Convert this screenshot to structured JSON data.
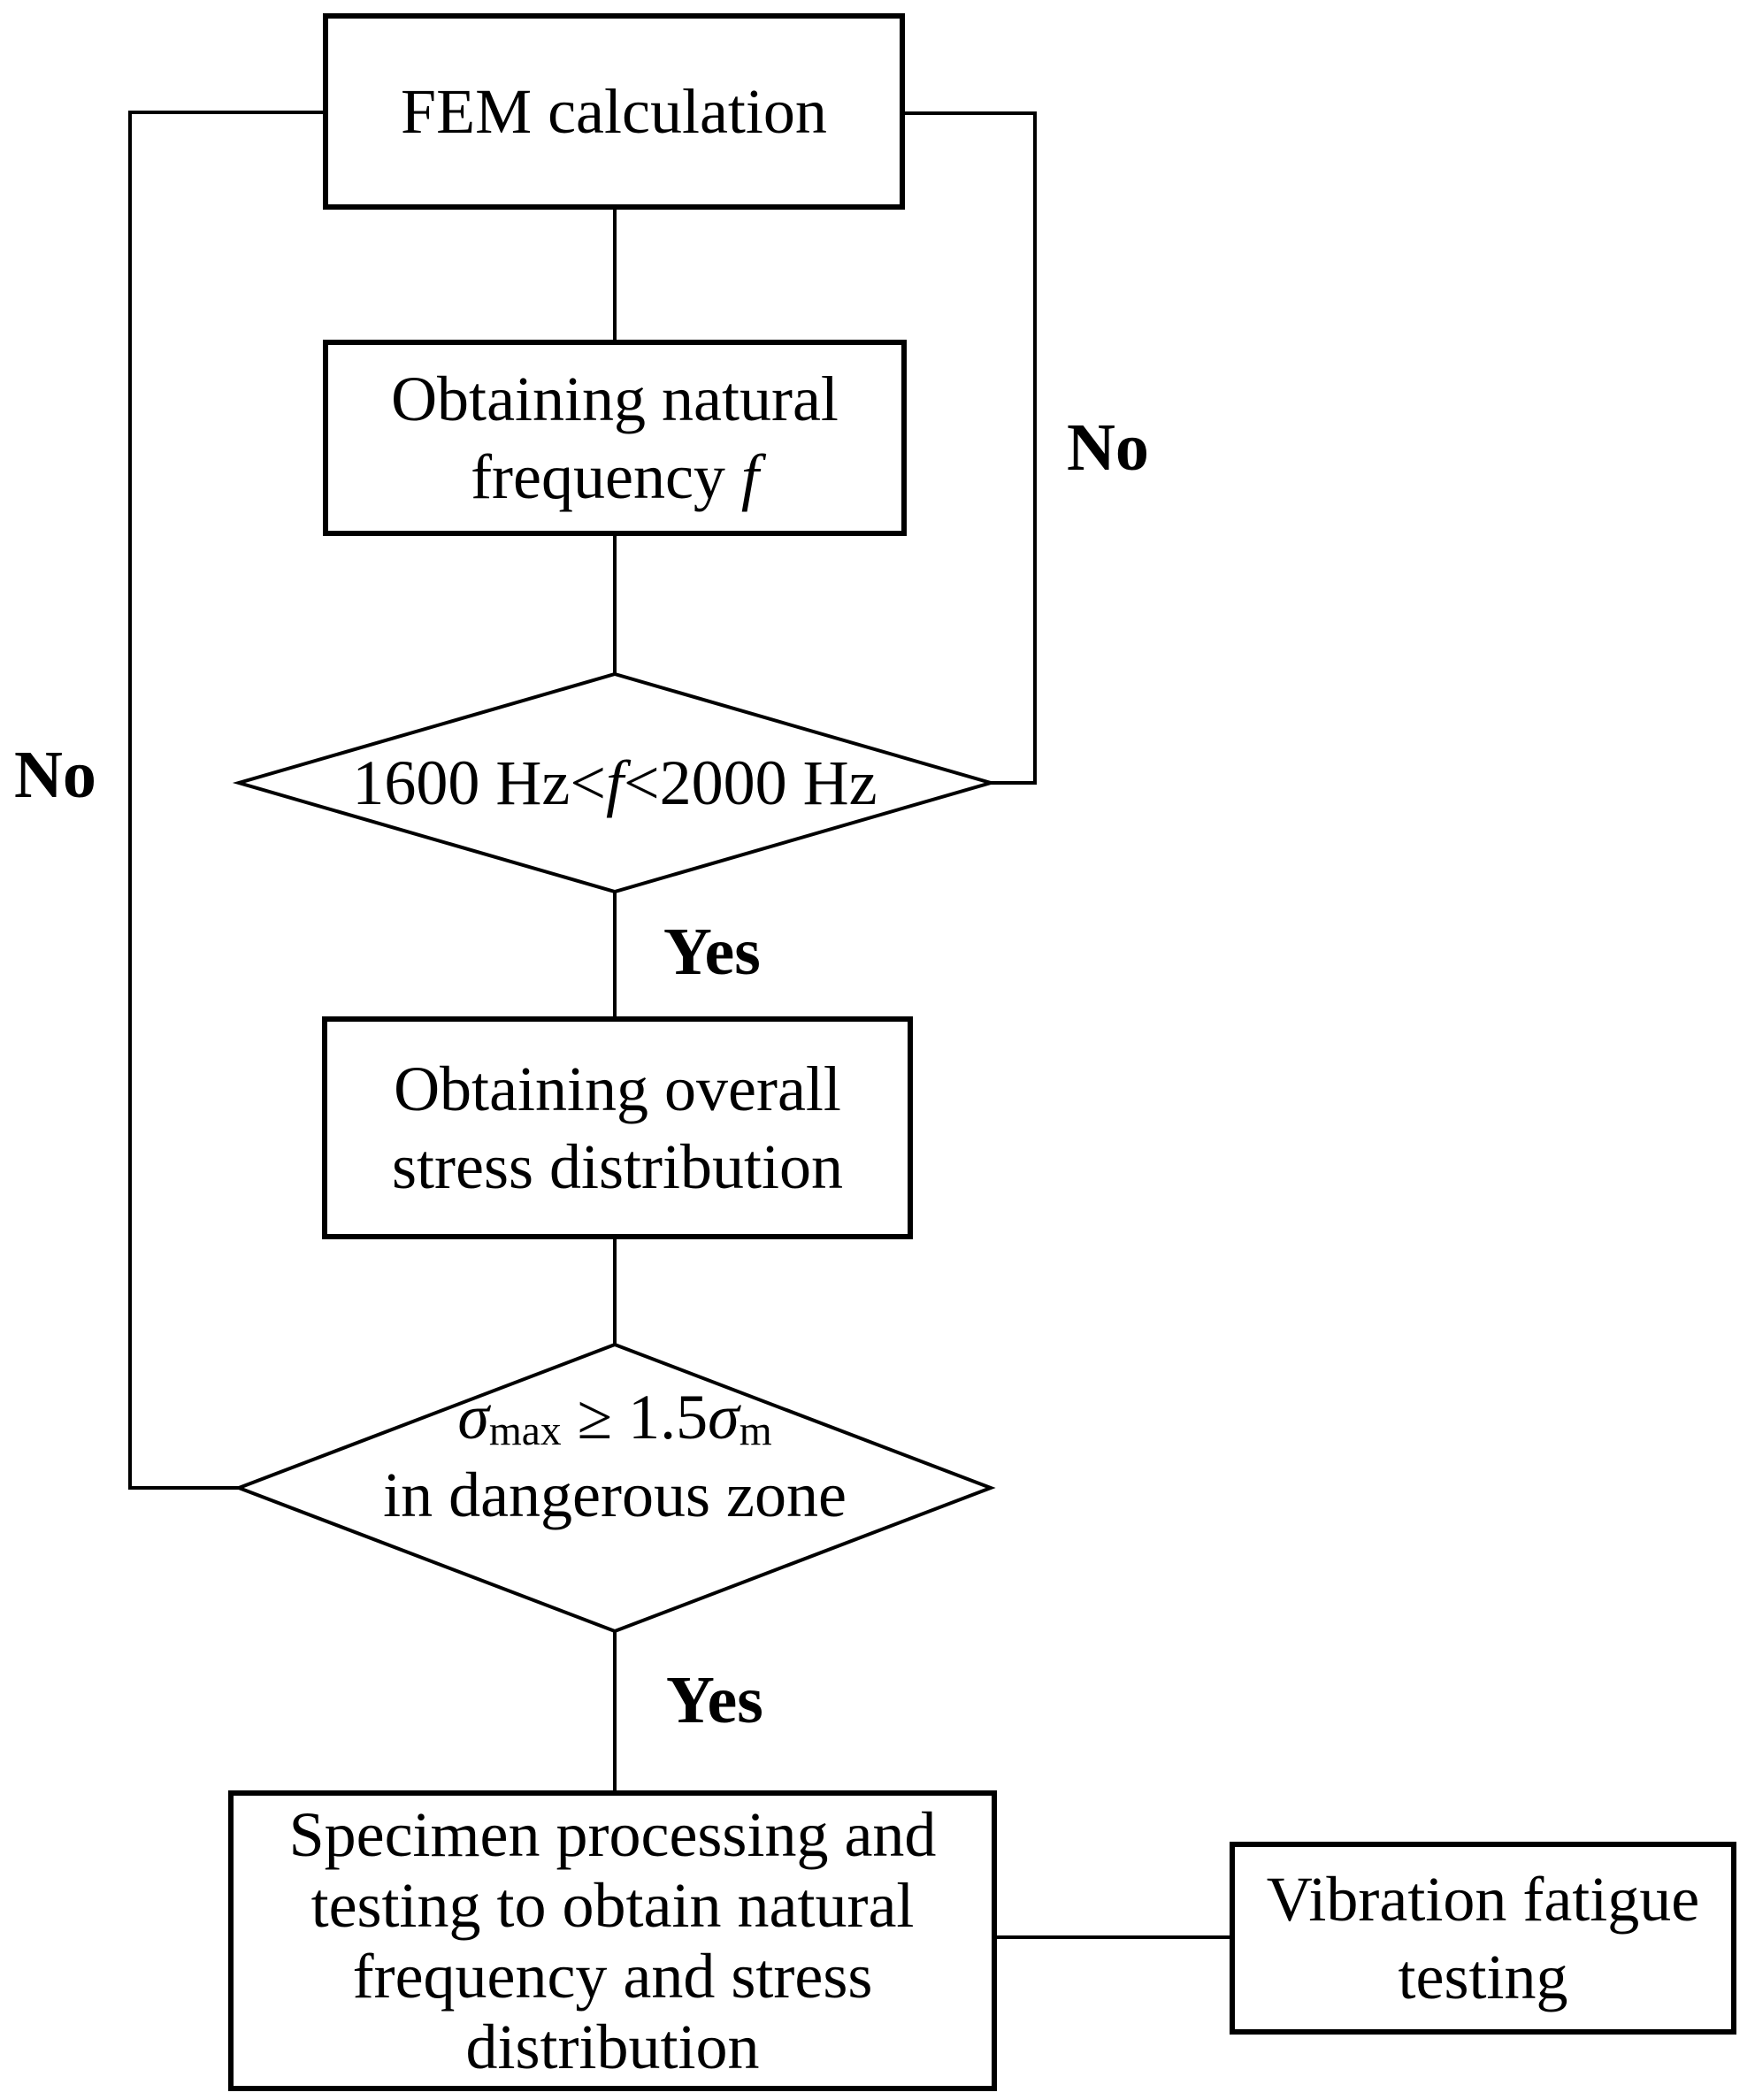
{
  "colors": {
    "ink": "#000000",
    "background": "#ffffff"
  },
  "nodes": {
    "fem": {
      "label": "FEM calculation"
    },
    "natural_frequency": {
      "line1": "Obtaining natural",
      "line2_text": "frequency ",
      "line2_var": "f"
    },
    "freq_check": {
      "prefix": "1600 Hz<",
      "var": "f",
      "suffix": "<2000 Hz"
    },
    "stress_distribution": {
      "line1": "Obtaining overall",
      "line2": "stress distribution"
    },
    "stress_check": {
      "sigma_max": "σ",
      "sub_max": "max",
      "comparison": " ≥ 1.5",
      "sigma_m": "σ",
      "sub_m": "m",
      "line2": "in dangerous zone"
    },
    "specimen": {
      "line1": "Specimen processing and",
      "line2": "testing to obtain natural",
      "line3": "frequency and stress",
      "line4": "distribution"
    },
    "vibration": {
      "line1": "Vibration fatigue",
      "line2": "testing"
    }
  },
  "edge_labels": {
    "freq_yes": "Yes",
    "freq_no": "No",
    "stress_yes": "Yes",
    "stress_no": "No"
  }
}
